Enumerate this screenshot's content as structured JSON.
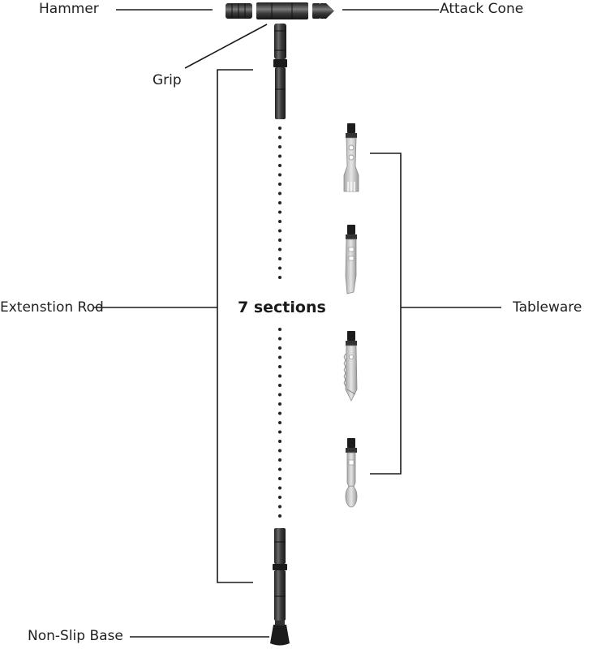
{
  "labels": {
    "hammer": "Hammer",
    "attack_cone": "Attack Cone",
    "grip": "Grip",
    "extension_rod": "Extenstion Rod",
    "sections": "7 sections",
    "tableware": "Tableware",
    "non_slip_base": "Non-Slip Base"
  },
  "colors": {
    "line": "#1a1a1a",
    "rod_dark": "#2b2b2b",
    "rod_mid": "#555555",
    "rod_light": "#8a8a8a",
    "tool_metal": "#cfcfcf",
    "dot": "#222222"
  },
  "icons": {
    "hammer": "hammer-head",
    "attack_cone": "cone-tip",
    "fork": "fork-tool",
    "knife": "knife-tool",
    "saw": "saw-tool",
    "spoon": "spoon-tool",
    "base": "rubber-foot"
  }
}
